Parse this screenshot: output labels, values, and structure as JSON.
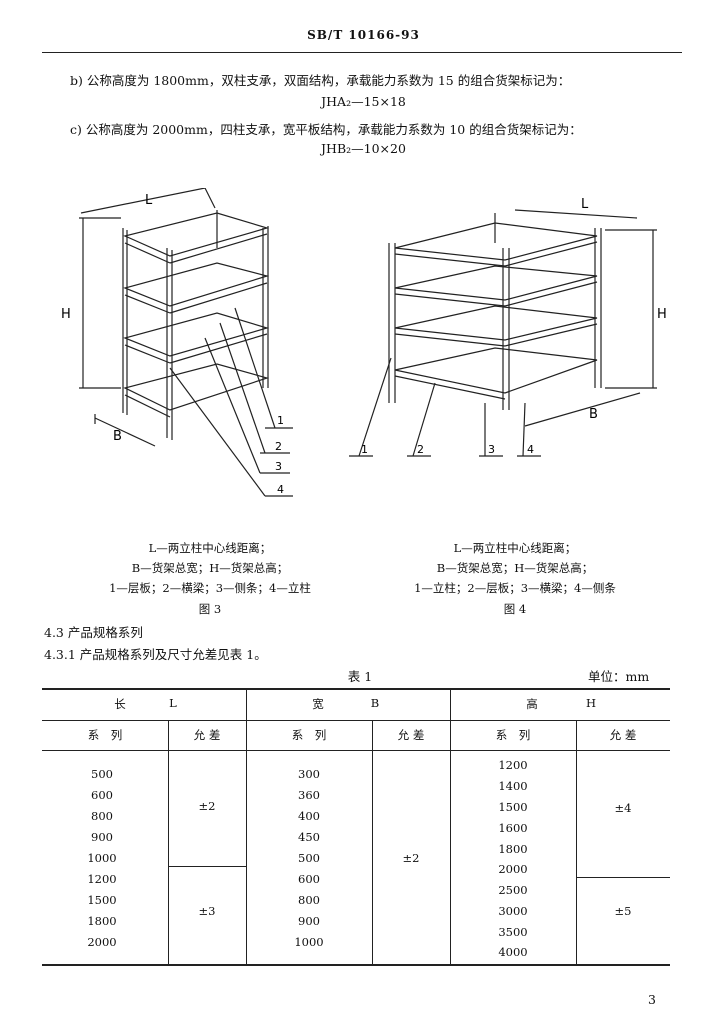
{
  "header": {
    "code": "SB/T 10166-93"
  },
  "intro": {
    "b_text": "b) 公称高度为 1800mm，双柱支承，双面结构，承载能力系数为 15 的组合货架标记为：",
    "b_mark": "JHA₂—15×18",
    "c_text": "c) 公称高度为 2000mm，四柱支承，宽平板结构，承载能力系数为 10 的组合货架标记为：",
    "c_mark": "JHB₂—10×20"
  },
  "figure3": {
    "labels": {
      "L": "L",
      "H": "H",
      "B": "B",
      "n1": "1",
      "n2": "2",
      "n3": "3",
      "n4": "4"
    },
    "caption_line1": "L—两立柱中心线距离；",
    "caption_line2": "B—货架总宽；H—货架总高；",
    "caption_line3": "1—层板；2—横梁；3—侧条；4—立柱",
    "title": "图 3"
  },
  "figure4": {
    "labels": {
      "L": "L",
      "H": "H",
      "B": "B",
      "n1": "1",
      "n2": "2",
      "n3": "3",
      "n4": "4"
    },
    "caption_line1": "L—两立柱中心线距离；",
    "caption_line2": "B—货架总宽；H—货架总高；",
    "caption_line3": "1—立柱；2—层板；3—横梁；4—侧条",
    "title": "图 4"
  },
  "section": {
    "s43": "4.3   产品规格系列",
    "s431": "4.3.1   产品规格系列及尺寸允差见表 1。"
  },
  "table1": {
    "title": "表 1",
    "unit": "单位：mm",
    "groups": [
      {
        "name": "长",
        "symbol": "L"
      },
      {
        "name": "宽",
        "symbol": "B"
      },
      {
        "name": "高",
        "symbol": "H"
      }
    ],
    "sub_series": "系　列",
    "sub_tol": "允 差",
    "L_series": [
      "500",
      "600",
      "800",
      "900",
      "1000",
      "1200",
      "1500",
      "1800",
      "2000"
    ],
    "L_tol": [
      "±2",
      "±3"
    ],
    "B_series": [
      "300",
      "360",
      "400",
      "450",
      "500",
      "600",
      "800",
      "900",
      "1000"
    ],
    "B_tol": [
      "±2"
    ],
    "H_series": [
      "1200",
      "1400",
      "1500",
      "1600",
      "1800",
      "2000",
      "2500",
      "3000",
      "3500",
      "4000"
    ],
    "H_tol": [
      "±4",
      "±5"
    ]
  },
  "page_number": "3"
}
